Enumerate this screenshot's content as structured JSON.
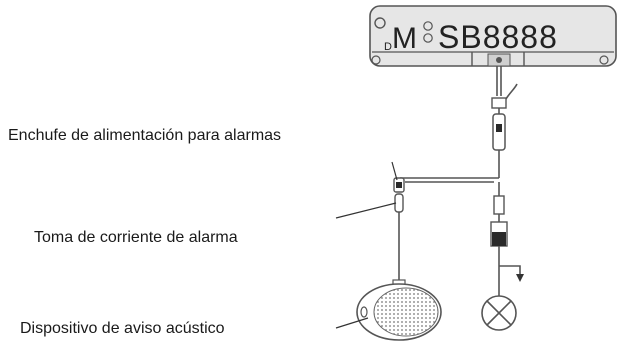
{
  "labels": {
    "power_plug": "Enchufe de alimentación para alarmas",
    "alarm_socket": "Toma de corriente de alarma",
    "acoustic_device": "Dispositivo de aviso acústico"
  },
  "display": {
    "prefix_small": "D",
    "mode_letter": "M",
    "code": "SB8888"
  },
  "colors": {
    "wire": "#555555",
    "panel_fill": "#e6e6e6",
    "panel_stroke": "#555555"
  }
}
